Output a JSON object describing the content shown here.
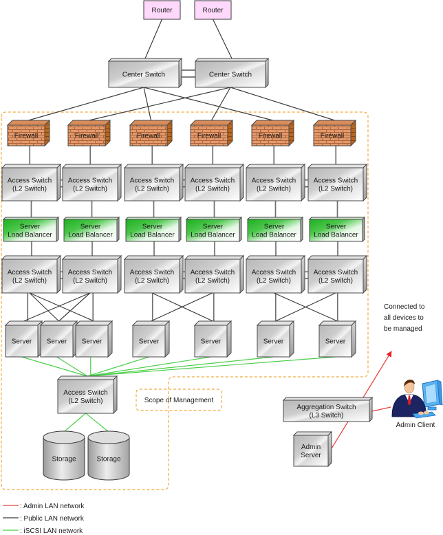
{
  "diagram": {
    "routers": [
      {
        "label": "Router"
      },
      {
        "label": "Router"
      }
    ],
    "center_switches": [
      {
        "label": "Center Switch"
      },
      {
        "label": "Center Switch"
      }
    ],
    "firewalls": [
      {
        "label": "Firewall"
      },
      {
        "label": "Firewall"
      },
      {
        "label": "Firewall"
      },
      {
        "label": "Firewall"
      },
      {
        "label": "Firewall"
      },
      {
        "label": "Firewall"
      }
    ],
    "upper_access_switches": [
      {
        "line1": "Access Switch",
        "line2": "(L2 Switch)"
      },
      {
        "line1": "Access Switch",
        "line2": "(L2 Switch)"
      },
      {
        "line1": "Access Switch",
        "line2": "(L2 Switch)"
      },
      {
        "line1": "Access Switch",
        "line2": "(L2 Switch)"
      },
      {
        "line1": "Access Switch",
        "line2": "(L2 Switch)"
      },
      {
        "line1": "Access Switch",
        "line2": "(L2 Switch)"
      }
    ],
    "load_balancers": [
      {
        "line1": "Server",
        "line2": "Load Balancer"
      },
      {
        "line1": "Server",
        "line2": "Load Balancer"
      },
      {
        "line1": "Server",
        "line2": "Load Balancer"
      },
      {
        "line1": "Server",
        "line2": "Load Balancer"
      },
      {
        "line1": "Server",
        "line2": "Load Balancer"
      },
      {
        "line1": "Server",
        "line2": "Load Balancer"
      }
    ],
    "lower_access_switches": [
      {
        "line1": "Access Switch",
        "line2": "(L2 Switch)"
      },
      {
        "line1": "Access Switch",
        "line2": "(L2 Switch)"
      },
      {
        "line1": "Access Switch",
        "line2": "(L2 Switch)"
      },
      {
        "line1": "Access Switch",
        "line2": "(L2 Switch)"
      },
      {
        "line1": "Access Switch",
        "line2": "(L2 Switch)"
      },
      {
        "line1": "Access Switch",
        "line2": "(L2 Switch)"
      }
    ],
    "servers": [
      {
        "label": "Server"
      },
      {
        "label": "Server"
      },
      {
        "label": "Server"
      },
      {
        "label": "Server"
      },
      {
        "label": "Server"
      },
      {
        "label": "Server"
      },
      {
        "label": "Server"
      }
    ],
    "storage_access_switch": {
      "line1": "Access Switch",
      "line2": "(L2 Switch)"
    },
    "storages": [
      {
        "label": "Storage"
      },
      {
        "label": "Storage"
      }
    ],
    "aggregation_switch": {
      "line1": "Aggregation Switch",
      "line2": "(L3 Switch)"
    },
    "admin_server": {
      "line1": "Admin",
      "line2": "Server"
    },
    "admin_client": {
      "label": "Admin Client",
      "icon": "person-at-computer-icon"
    },
    "scope_label": "Scope of Management",
    "annotation": [
      "Connected to",
      "all devices to",
      "be managed"
    ]
  },
  "legend": [
    {
      "network": "admin",
      "label": ": Admin LAN network",
      "color": "#e8403a"
    },
    {
      "network": "public",
      "label": ": Public LAN network",
      "color": "#3c3c3c"
    },
    {
      "network": "iscsi",
      "label": ": iSCSI LAN network",
      "color": "#4bcf4b"
    }
  ],
  "colors": {
    "scope_boundary": "#f2a93b",
    "router_fill": "#ffd9fb",
    "load_balancer_green": "#22b022",
    "firewall_brick": "#e29a6c"
  },
  "links": [
    {
      "from": "routers.0",
      "to": "center_switches.0",
      "network": "public"
    },
    {
      "from": "routers.1",
      "to": "center_switches.1",
      "network": "public"
    },
    {
      "from": "center_switches.0",
      "to": "center_switches.1",
      "network": "public",
      "style": "double"
    },
    {
      "from": "center_switches.0",
      "to": "firewalls.0",
      "network": "public"
    },
    {
      "from": "center_switches.0",
      "to": "firewalls.2",
      "network": "public"
    },
    {
      "from": "center_switches.0",
      "to": "firewalls.4",
      "network": "public"
    },
    {
      "from": "center_switches.1",
      "to": "firewalls.1",
      "network": "public"
    },
    {
      "from": "center_switches.1",
      "to": "firewalls.3",
      "network": "public"
    },
    {
      "from": "center_switches.1",
      "to": "firewalls.5",
      "network": "public"
    },
    {
      "from": "firewalls.0",
      "to": "upper_access_switches.0",
      "network": "public"
    },
    {
      "from": "firewalls.1",
      "to": "upper_access_switches.1",
      "network": "public"
    },
    {
      "from": "firewalls.2",
      "to": "upper_access_switches.2",
      "network": "public"
    },
    {
      "from": "firewalls.3",
      "to": "upper_access_switches.3",
      "network": "public"
    },
    {
      "from": "firewalls.4",
      "to": "upper_access_switches.4",
      "network": "public"
    },
    {
      "from": "firewalls.5",
      "to": "upper_access_switches.5",
      "network": "public"
    },
    {
      "from": "upper_access_switches.0",
      "to": "upper_access_switches.1",
      "network": "public",
      "style": "double"
    },
    {
      "from": "upper_access_switches.2",
      "to": "upper_access_switches.3",
      "network": "public",
      "style": "double"
    },
    {
      "from": "upper_access_switches.4",
      "to": "upper_access_switches.5",
      "network": "public",
      "style": "double"
    },
    {
      "from": "upper_access_switches.0",
      "to": "load_balancers.0",
      "network": "public"
    },
    {
      "from": "upper_access_switches.1",
      "to": "load_balancers.1",
      "network": "public"
    },
    {
      "from": "upper_access_switches.2",
      "to": "load_balancers.2",
      "network": "public"
    },
    {
      "from": "upper_access_switches.3",
      "to": "load_balancers.3",
      "network": "public"
    },
    {
      "from": "upper_access_switches.4",
      "to": "load_balancers.4",
      "network": "public"
    },
    {
      "from": "upper_access_switches.5",
      "to": "load_balancers.5",
      "network": "public"
    },
    {
      "from": "load_balancers.0",
      "to": "lower_access_switches.0",
      "network": "public"
    },
    {
      "from": "load_balancers.1",
      "to": "lower_access_switches.1",
      "network": "public"
    },
    {
      "from": "load_balancers.2",
      "to": "lower_access_switches.2",
      "network": "public"
    },
    {
      "from": "load_balancers.3",
      "to": "lower_access_switches.3",
      "network": "public"
    },
    {
      "from": "load_balancers.4",
      "to": "lower_access_switches.4",
      "network": "public"
    },
    {
      "from": "load_balancers.5",
      "to": "lower_access_switches.5",
      "network": "public"
    },
    {
      "from": "lower_access_switches.0",
      "to": "lower_access_switches.1",
      "network": "public",
      "style": "double"
    },
    {
      "from": "lower_access_switches.2",
      "to": "lower_access_switches.3",
      "network": "public",
      "style": "double"
    },
    {
      "from": "lower_access_switches.4",
      "to": "lower_access_switches.5",
      "network": "public",
      "style": "double"
    },
    {
      "from": "lower_access_switches.0",
      "to": "servers.0",
      "network": "public"
    },
    {
      "from": "lower_access_switches.0",
      "to": "servers.1",
      "network": "public"
    },
    {
      "from": "lower_access_switches.0",
      "to": "servers.2",
      "network": "public"
    },
    {
      "from": "lower_access_switches.1",
      "to": "servers.0",
      "network": "public"
    },
    {
      "from": "lower_access_switches.1",
      "to": "servers.1",
      "network": "public"
    },
    {
      "from": "lower_access_switches.1",
      "to": "servers.2",
      "network": "public"
    },
    {
      "from": "lower_access_switches.2",
      "to": "servers.3",
      "network": "public"
    },
    {
      "from": "lower_access_switches.2",
      "to": "servers.4",
      "network": "public"
    },
    {
      "from": "lower_access_switches.3",
      "to": "servers.3",
      "network": "public"
    },
    {
      "from": "lower_access_switches.3",
      "to": "servers.4",
      "network": "public"
    },
    {
      "from": "lower_access_switches.4",
      "to": "servers.5",
      "network": "public"
    },
    {
      "from": "lower_access_switches.4",
      "to": "servers.6",
      "network": "public"
    },
    {
      "from": "lower_access_switches.5",
      "to": "servers.5",
      "network": "public"
    },
    {
      "from": "lower_access_switches.5",
      "to": "servers.6",
      "network": "public"
    },
    {
      "from": "servers.0",
      "to": "storage_access_switch",
      "network": "iscsi"
    },
    {
      "from": "servers.1",
      "to": "storage_access_switch",
      "network": "iscsi"
    },
    {
      "from": "servers.2",
      "to": "storage_access_switch",
      "network": "iscsi"
    },
    {
      "from": "servers.3",
      "to": "storage_access_switch",
      "network": "iscsi"
    },
    {
      "from": "servers.4",
      "to": "storage_access_switch",
      "network": "iscsi"
    },
    {
      "from": "servers.5",
      "to": "storage_access_switch",
      "network": "iscsi"
    },
    {
      "from": "servers.6",
      "to": "storage_access_switch",
      "network": "iscsi"
    },
    {
      "from": "storage_access_switch",
      "to": "storages.0",
      "network": "iscsi"
    },
    {
      "from": "storage_access_switch",
      "to": "storages.1",
      "network": "iscsi"
    },
    {
      "from": "admin_server",
      "to": "aggregation_switch",
      "network": "admin"
    },
    {
      "from": "aggregation_switch",
      "to": "admin_client",
      "network": "admin"
    },
    {
      "from": "aggregation_switch",
      "to": "managed_devices",
      "network": "admin",
      "style": "arrow"
    }
  ]
}
